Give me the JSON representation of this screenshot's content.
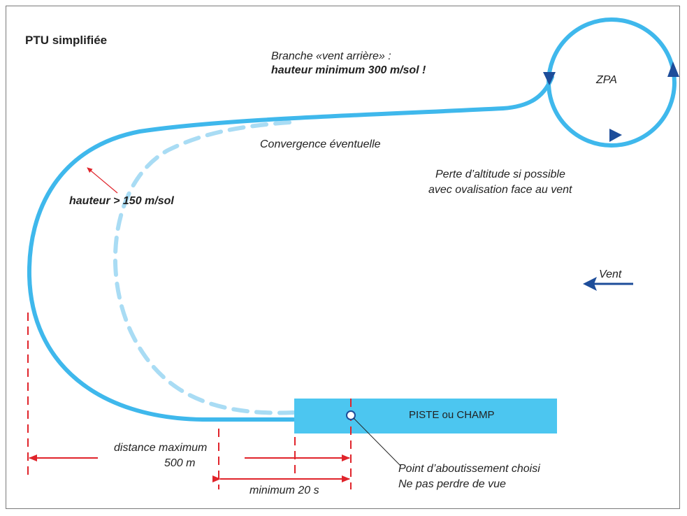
{
  "title": "PTU simplifiée",
  "downwind_note": {
    "line1": "Branche «vent arrière» :",
    "line2": "hauteur minimum 300 m/sol !"
  },
  "zpa_label": "ZPA",
  "convergence_label": "Convergence éventuelle",
  "altitude_loss_note": {
    "line1": "Perte d’altitude si possible",
    "line2": "avec ovalisation face au vent"
  },
  "height_150_label": "hauteur > 150 m/sol",
  "wind_label": "Vent",
  "runway_label": "PISTE ou CHAMP",
  "max_distance_label": {
    "line1": "distance maximum",
    "line2": "500 m"
  },
  "min_time_label": "minimum 20 s",
  "aim_point_note": {
    "line1": "Point d’aboutissement choisi",
    "line2": "Ne pas perdre de vue"
  },
  "colors": {
    "pattern_blue": "#3fb8ec",
    "pattern_light_blue": "#a9dcf4",
    "runway_blue": "#4cc6f0",
    "arrow_dark_blue": "#1d4d9a",
    "measure_red": "#e0242b",
    "frame_gray": "#7a7a7a"
  }
}
